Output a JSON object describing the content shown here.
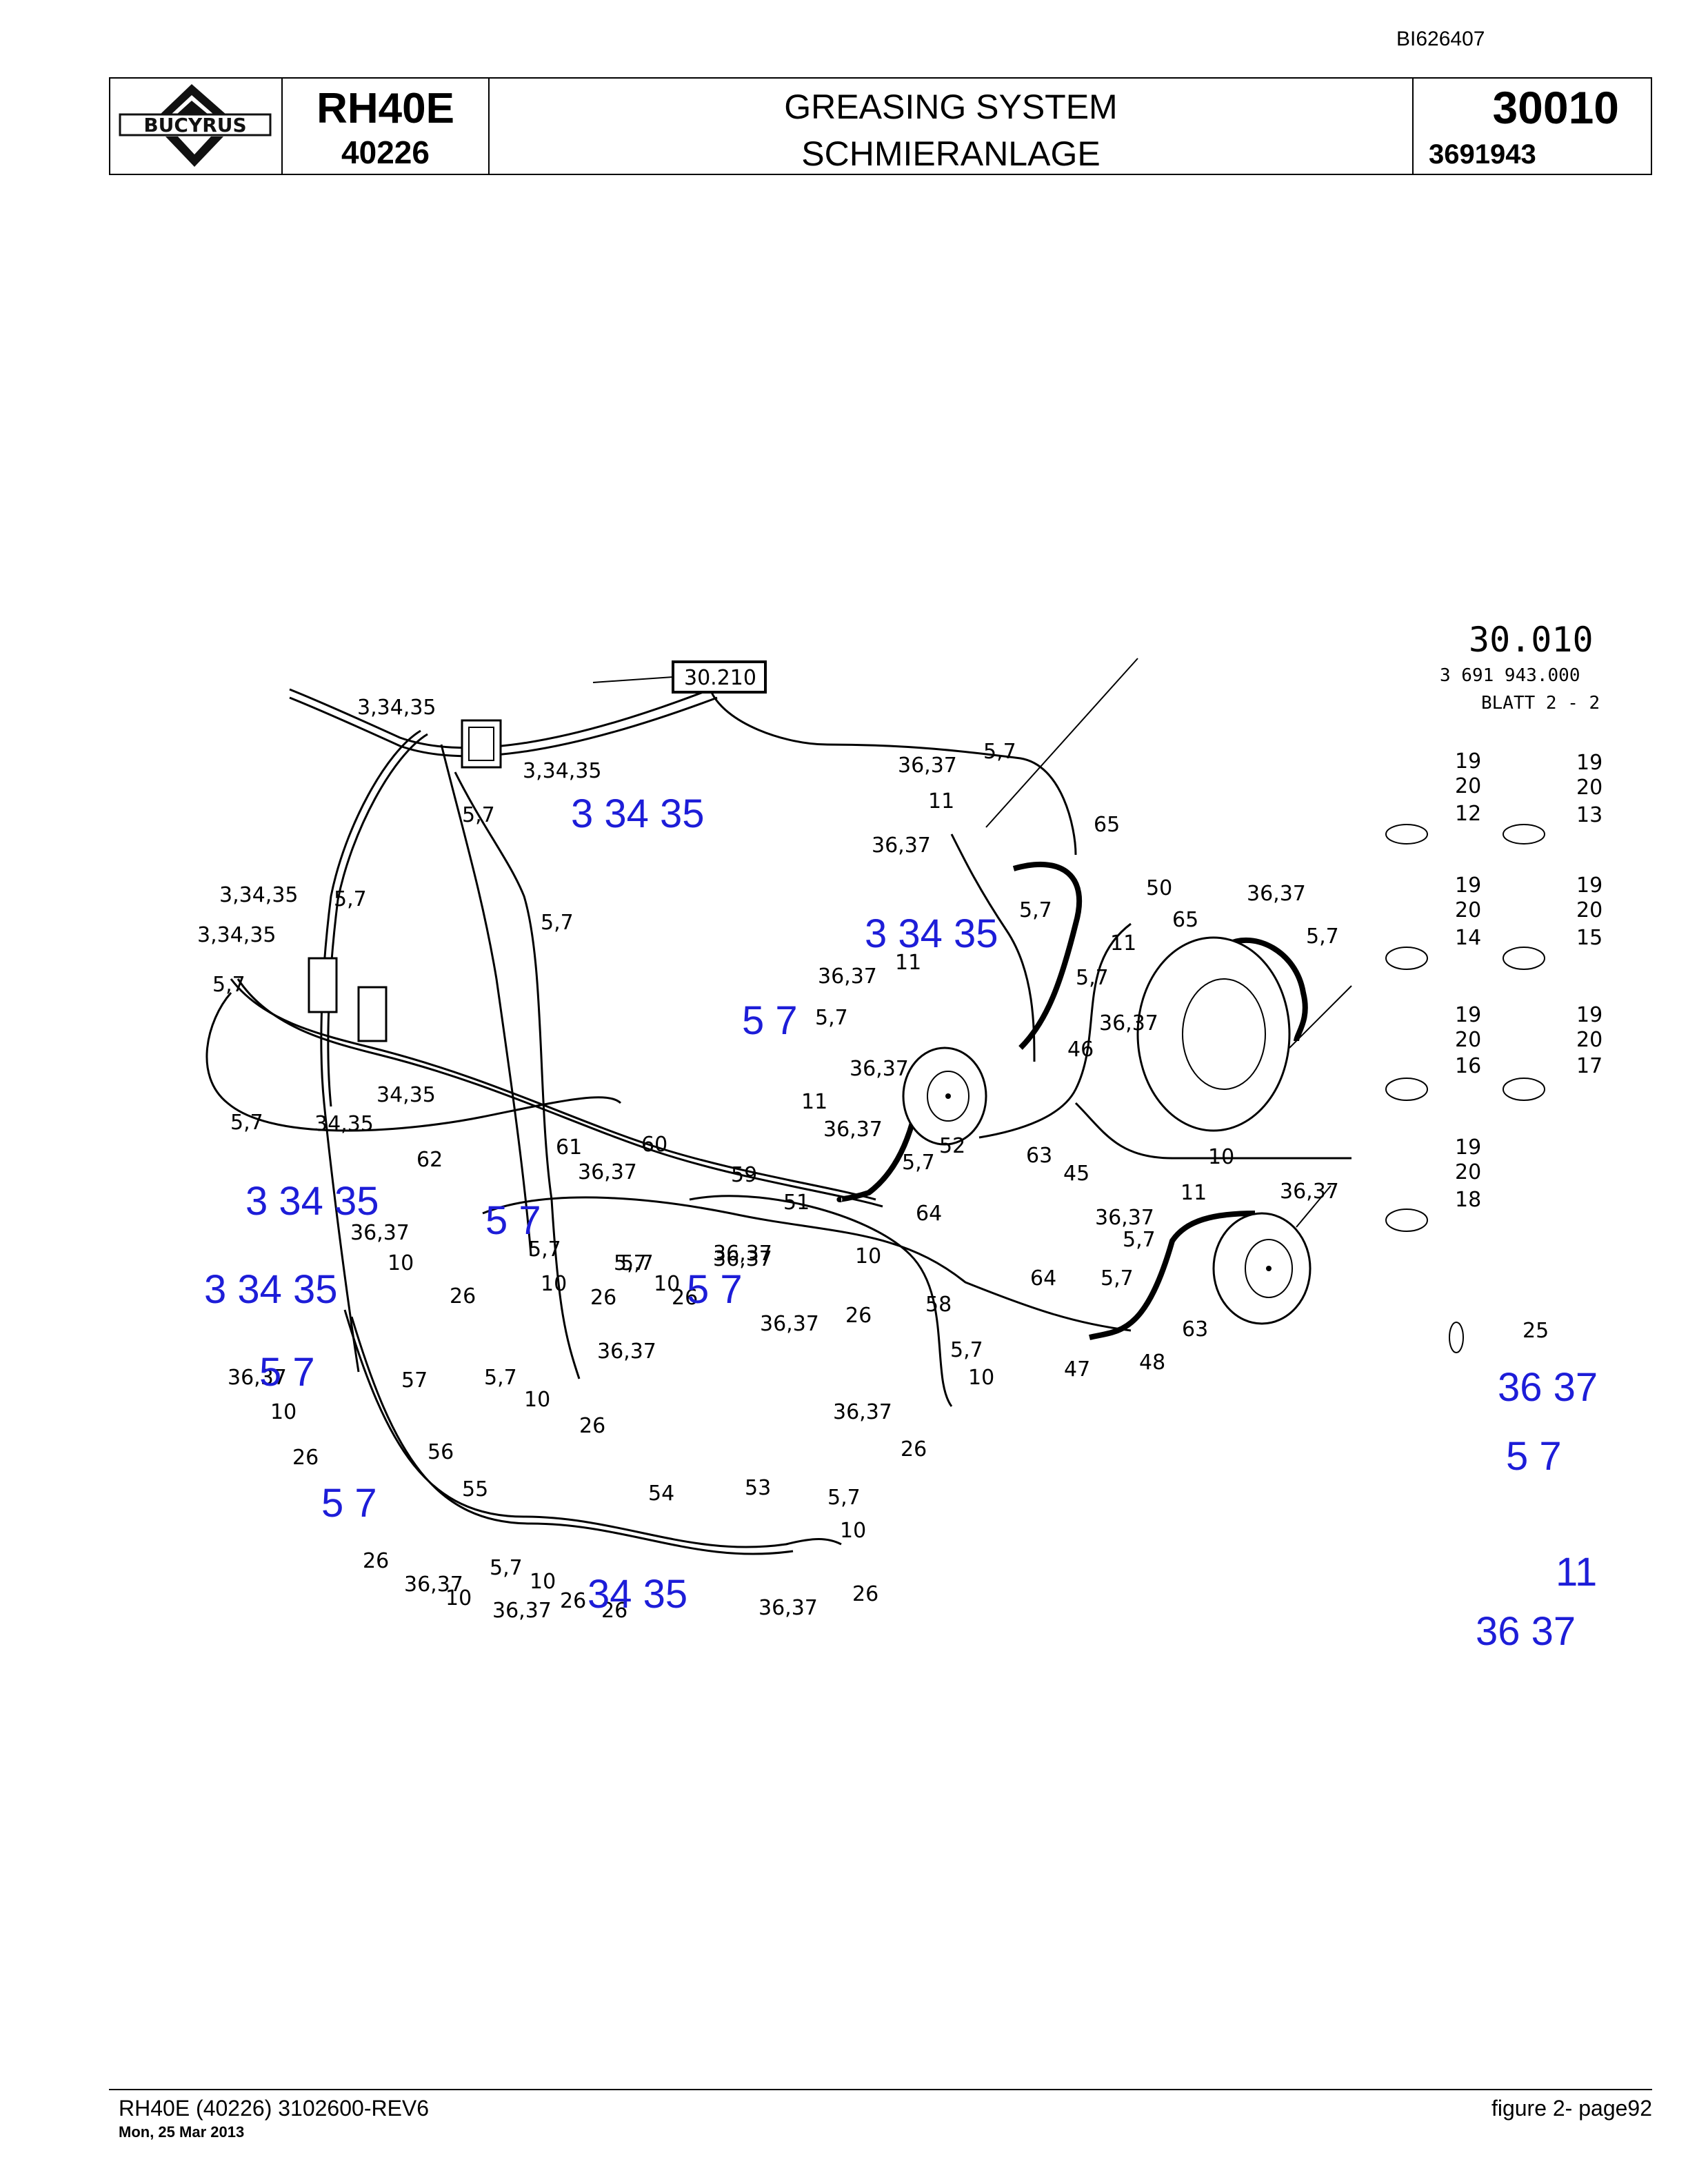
{
  "header": {
    "doc_id": "BI626407",
    "logo_text": "BUCYRUS",
    "model": "RH40E",
    "serial": "40226",
    "title_en": "GREASING SYSTEM",
    "title_de": "SCHMIERANLAGE",
    "figure_no": "30010",
    "part_no": "3691943"
  },
  "diagram": {
    "drawing_no": "30.010",
    "drawing_part": "3 691 943.000",
    "sheet": "BLATT 2 - 2",
    "ref_box": "30.210",
    "callouts": [
      "3,34,35",
      "3,34,35",
      "5,7",
      "3,34,35",
      "3,34,35",
      "5,7",
      "5,7",
      "5,7",
      "34,35",
      "34,35",
      "5,7",
      "62",
      "61",
      "60",
      "36,37",
      "59",
      "51",
      "64",
      "36,37",
      "5,7",
      "10",
      "26",
      "10",
      "26",
      "5,7",
      "36,37",
      "5,7",
      "10",
      "26",
      "36,37",
      "10",
      "26",
      "36,37",
      "58",
      "5,7",
      "10",
      "36,37",
      "26",
      "36,37",
      "57",
      "10",
      "26",
      "36,37",
      "5,7",
      "10",
      "26",
      "56",
      "55",
      "54",
      "53",
      "5,7",
      "10",
      "26",
      "36,37",
      "5,7",
      "10",
      "26",
      "36,37",
      "26",
      "36,37",
      "10",
      "26",
      "36,37",
      "5,7",
      "11",
      "36,37",
      "65",
      "5,7",
      "36,37",
      "11",
      "5,7",
      "36,37",
      "11",
      "36,37",
      "5,7",
      "52",
      "63",
      "45",
      "46",
      "50",
      "36,37",
      "5,7",
      "65",
      "11",
      "5,7",
      "36,37",
      "10",
      "36,37",
      "11",
      "5,7",
      "36,37",
      "64",
      "5,7",
      "63",
      "47",
      "48",
      "25",
      "19",
      "20",
      "12",
      "19",
      "20",
      "13",
      "19",
      "20",
      "14",
      "19",
      "20",
      "15",
      "19",
      "20",
      "16",
      "19",
      "20",
      "17",
      "19",
      "20",
      "18"
    ],
    "blue_labels": [
      "3  34  35",
      "3  34  35",
      "5  7",
      "3  34  35",
      "5  7",
      "3  34  35",
      "5  7",
      "5  7",
      "5  7",
      "34  35",
      "36  37",
      "5  7",
      "11",
      "36  37"
    ]
  },
  "footer": {
    "left": "RH40E (40226) 3102600-REV6",
    "date": "Mon, 25 Mar 2013",
    "right": "figure  2- page92"
  }
}
